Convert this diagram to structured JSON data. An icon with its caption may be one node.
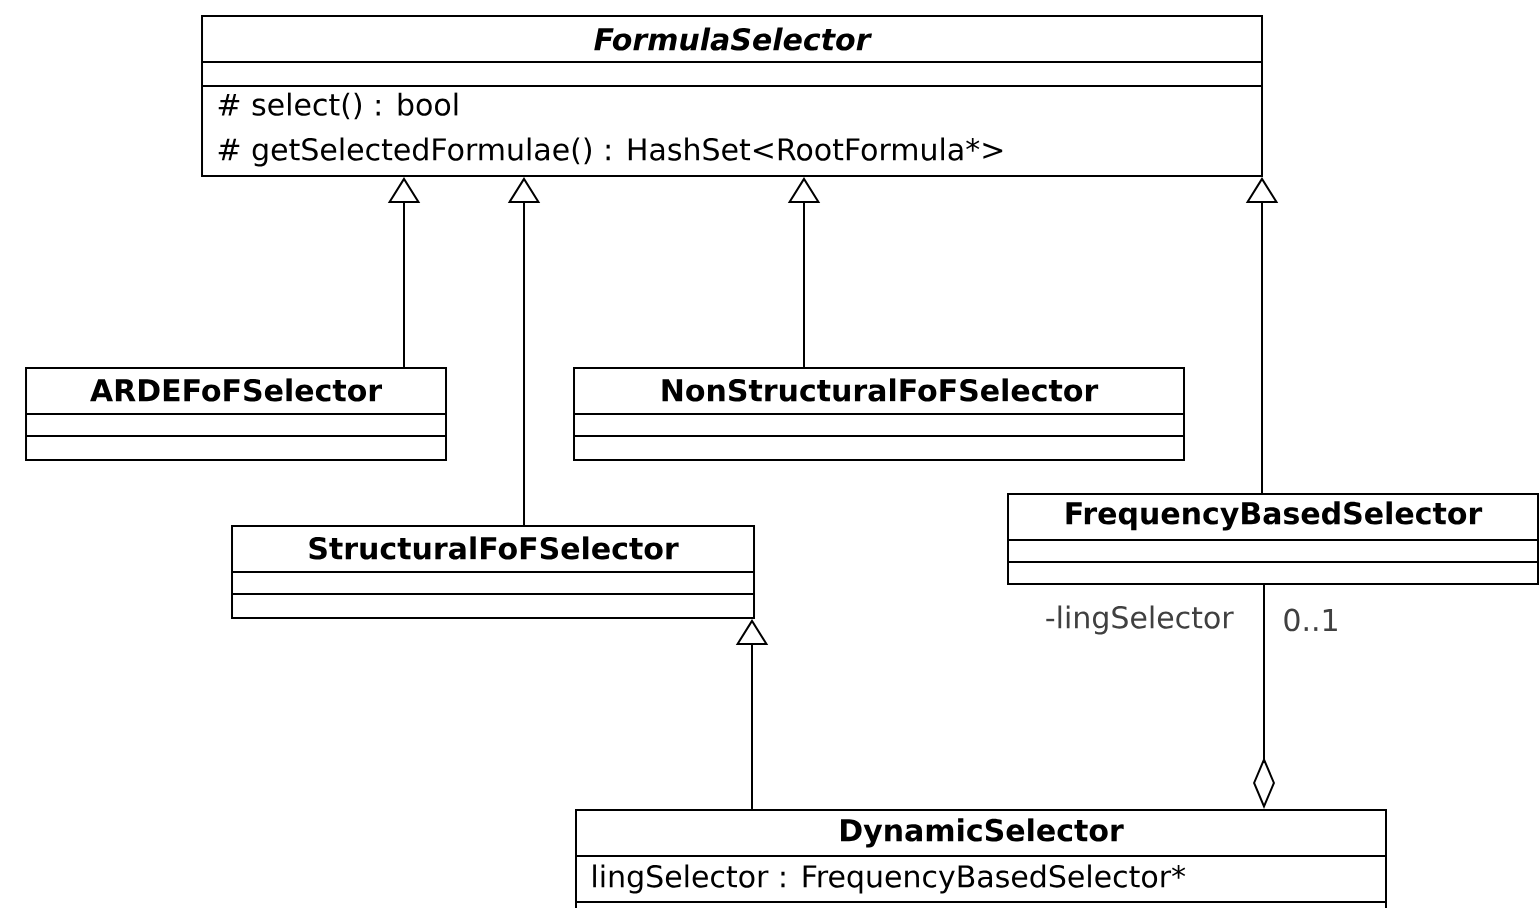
{
  "diagram": {
    "nodes": [
      {
        "text": [
          "FormulaSelector",
          "# select() : bool",
          "# getSelectedFormulae() : HashSet<RootFormula*>"
        ]
      },
      {
        "text": [
          "ARDEFoFSelector"
        ]
      },
      {
        "text": [
          "NonStructuralFoFSelector"
        ]
      },
      {
        "text": [
          "StructuralFoFSelector"
        ]
      },
      {
        "text": [
          "FrequencyBasedSelector"
        ]
      },
      {
        "text": [
          "DynamicSelector",
          "lingSelector : FrequencyBasedSelector*"
        ]
      }
    ],
    "edges": [
      {
        "from": 1,
        "to": 0,
        "arrow": "to"
      },
      {
        "from": 3,
        "to": 0,
        "arrow": "to"
      },
      {
        "from": 2,
        "to": 0,
        "arrow": "to"
      },
      {
        "from": 4,
        "to": 0,
        "arrow": "to"
      },
      {
        "from": 5,
        "to": 3,
        "arrow": "to"
      },
      {
        "from": 4,
        "to": 5,
        "arrow": "other"
      }
    ],
    "labels": [
      "-lingSelector",
      "0..1"
    ]
  }
}
